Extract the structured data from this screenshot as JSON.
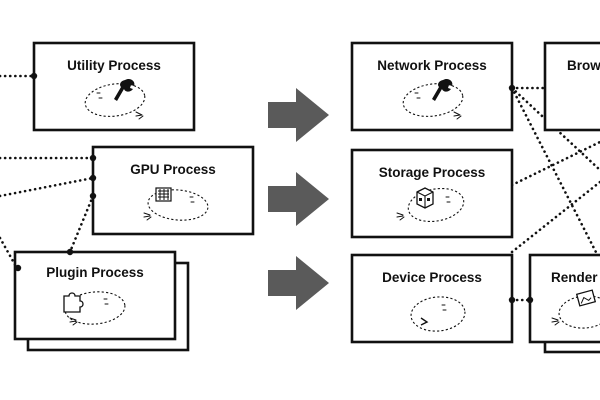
{
  "processes": {
    "utility": "Utility Process",
    "gpu": "GPU Process",
    "plugin": "Plugin Process",
    "network": "Network Process",
    "storage": "Storage Process",
    "device": "Device Process",
    "browser": "Brow",
    "renderer": "Render"
  },
  "icons": {
    "utility": "wrench-icon",
    "gpu": "chip-icon",
    "plugin": "puzzle-piece-icon",
    "network": "wrench-icon",
    "storage": "storage-cube-icon",
    "device": "device-icon",
    "renderer": "picture-icon"
  },
  "colors": {
    "stroke": "#111111",
    "arrow": "#5a5a5a",
    "background": "#ffffff"
  }
}
